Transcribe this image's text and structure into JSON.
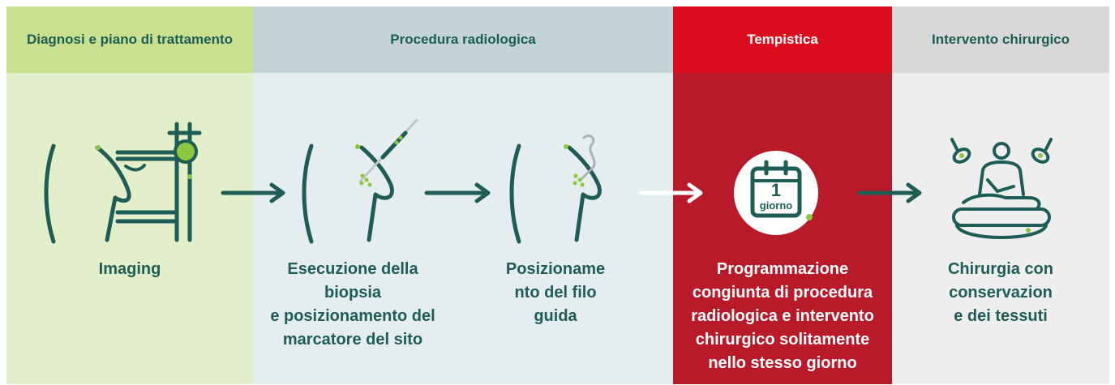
{
  "headers": {
    "diagnosis": "Diagnosi e piano di trattamento",
    "radiology": "Procedura radiologica",
    "timing": "Tempistica",
    "surgery": "Intervento chirurgico"
  },
  "steps": {
    "imaging": [
      "Imaging"
    ],
    "biopsy": [
      "Esecuzione della",
      "biopsia",
      "e posizionamento del",
      "marcatore del sito"
    ],
    "wire": [
      "Posizioname",
      "nto del filo",
      "guida"
    ],
    "scheduling": [
      "Programmazione",
      "congiunta di procedura",
      "radiologica e intervento",
      "chirurgico solitamente",
      "nello stesso giorno"
    ],
    "surgery": [
      "Chirurgia con",
      "conservazion",
      "e dei tessuti"
    ]
  },
  "calendar": {
    "day": "1",
    "unit": "giorno"
  },
  "colors": {
    "teal": "#1d5d55",
    "lime": "#8dc63f",
    "red_header": "#dc0d1f",
    "red_body": "#b91a2a"
  },
  "icons": [
    "mammography-icon",
    "biopsy-needle-icon",
    "guide-wire-icon",
    "calendar-icon",
    "surgery-icon",
    "arrow-right-icon"
  ]
}
